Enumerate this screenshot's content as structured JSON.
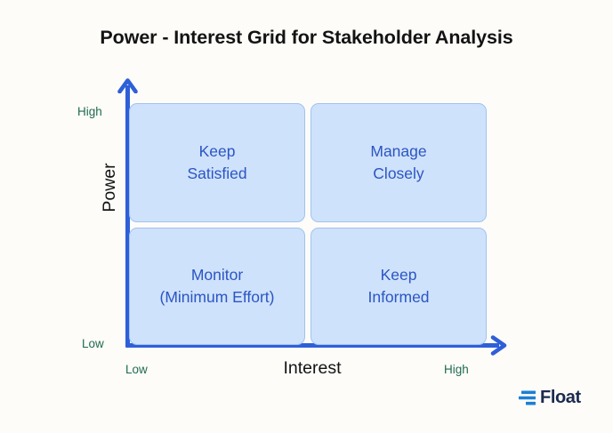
{
  "chart_data": {
    "type": "table",
    "title": "Power - Interest Grid for Stakeholder Analysis",
    "xlabel": "Interest",
    "ylabel": "Power",
    "x_ticks": [
      "Low",
      "High"
    ],
    "y_ticks": [
      "Low",
      "High"
    ],
    "grid": false,
    "legend": "none",
    "quadrants": [
      {
        "id": "top-left",
        "power": "High",
        "interest": "Low",
        "lines": [
          "Keep",
          "Satisfied"
        ]
      },
      {
        "id": "top-right",
        "power": "High",
        "interest": "High",
        "lines": [
          "Manage",
          "Closely"
        ]
      },
      {
        "id": "bottom-left",
        "power": "Low",
        "interest": "Low",
        "lines": [
          "Monitor",
          "(Minimum Effort)"
        ]
      },
      {
        "id": "bottom-right",
        "power": "Low",
        "interest": "High",
        "lines": [
          "Keep",
          "Informed"
        ]
      }
    ]
  },
  "header": {
    "title": "Power - Interest Grid for Stakeholder Analysis"
  },
  "axes": {
    "y": {
      "title": "Power",
      "high_label": "High",
      "low_label": "Low",
      "arrow_icon": "arrow-up-icon"
    },
    "x": {
      "title": "Interest",
      "low_label": "Low",
      "high_label": "High",
      "arrow_icon": "arrow-right-icon"
    }
  },
  "quadrants": {
    "top_left": {
      "line1": "Keep",
      "line2": "Satisfied"
    },
    "top_right": {
      "line1": "Manage",
      "line2": "Closely"
    },
    "bottom_left": {
      "line1": "Monitor",
      "line2": "(Minimum Effort)"
    },
    "bottom_right": {
      "line1": "Keep",
      "line2": "Informed"
    }
  },
  "brand": {
    "name": "Float",
    "mark_icon": "float-bars-icon"
  },
  "colors": {
    "background": "#fdfcf9",
    "quadrant_fill": "#cfe2fb",
    "quadrant_border": "#9fc3f2",
    "quadrant_text": "#2b55c4",
    "axis_line": "#2f5fd8",
    "tick_text": "#1f6b50",
    "title_text": "#131313",
    "brand_mark": "#1d7fd4",
    "brand_word": "#1b2a4e"
  }
}
